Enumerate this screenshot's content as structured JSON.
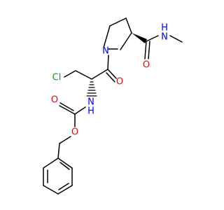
{
  "molecule": {
    "atoms": {
      "n_ring": {
        "symbol": "N",
        "color": "#0000ff"
      },
      "nh_amide": {
        "symbol": "N",
        "h": "H",
        "color": "#0000ff"
      },
      "nh_carbamate": {
        "symbol": "N",
        "h": "H",
        "color": "#0000ff"
      },
      "o_amide_methyl": {
        "symbol": "O",
        "color": "#ff0000"
      },
      "o_amide_pro": {
        "symbol": "O",
        "color": "#ff0000"
      },
      "o_carbonyl": {
        "symbol": "O",
        "color": "#ff0000"
      },
      "o_ester": {
        "symbol": "O",
        "color": "#ff0000"
      },
      "cl": {
        "symbol": "Cl",
        "color": "#00aa00"
      }
    },
    "bond_color": "#000000"
  }
}
